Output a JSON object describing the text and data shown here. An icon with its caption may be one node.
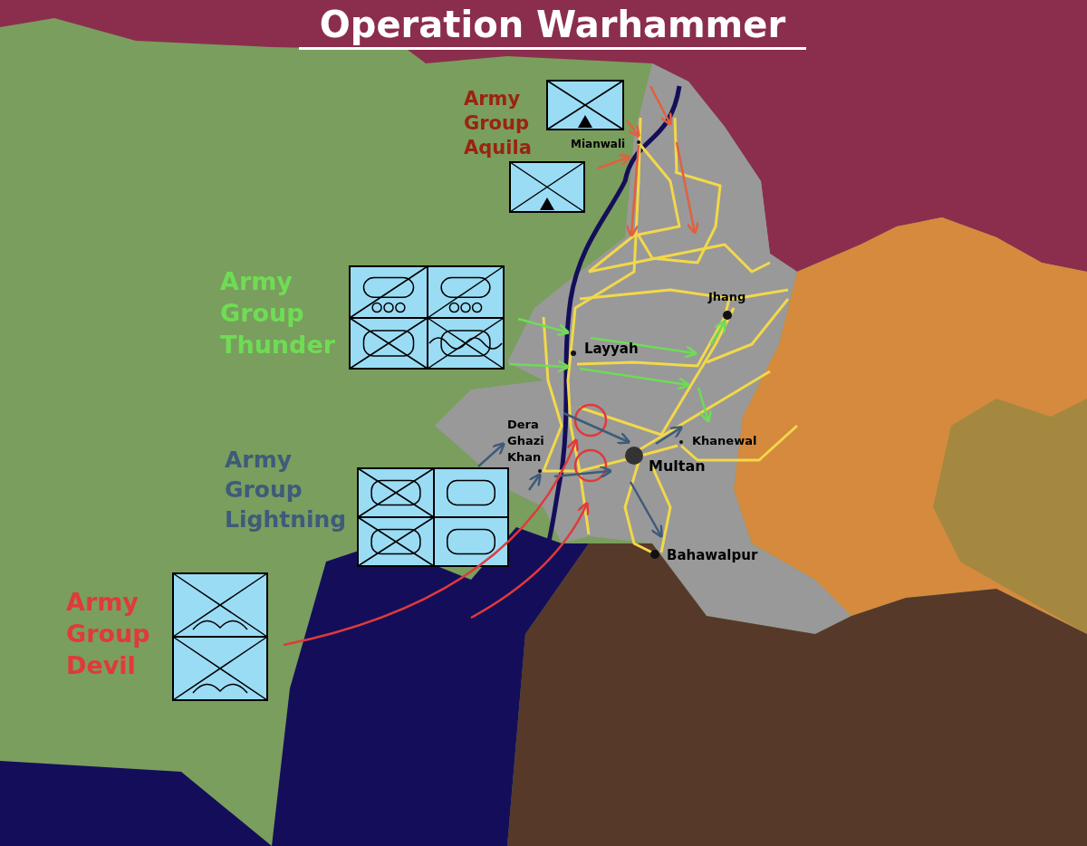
{
  "diagram": {
    "title": "Operation Warhammer",
    "labels": [
      "Army Group Aquila",
      "Mianwali",
      "Army Group Thunder",
      "Jhang",
      "Layyah",
      "Dera Ghazi Khan",
      "Khanewal",
      "Army Group Lightning",
      "Multan",
      "Bahawalpur",
      "Army Group Devil"
    ]
  }
}
